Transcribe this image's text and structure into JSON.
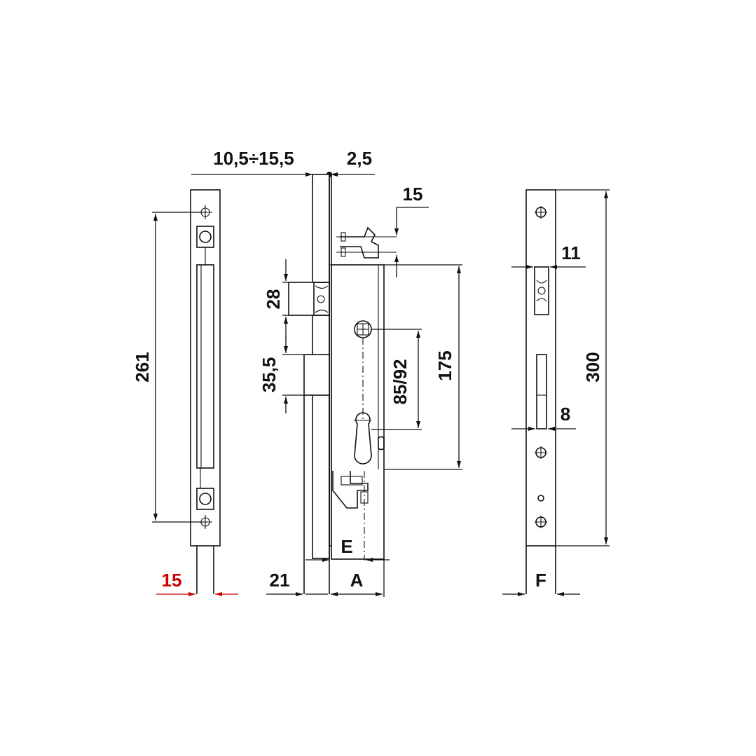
{
  "dimensions": {
    "top_range": "10,5÷15,5",
    "top_offset": "2,5",
    "latch_gap": "15",
    "left_height": "261",
    "bolt_height": "28",
    "latch_height": "35,5",
    "spindle_to_cylinder": "85/92",
    "case_height": "175",
    "faceplate_width_red": "15",
    "backset_21": "21",
    "label_e": "E",
    "label_a": "A",
    "right_11": "11",
    "right_8": "8",
    "right_height": "300",
    "label_f": "F"
  },
  "colors": {
    "line": "#111111",
    "highlight": "#cc0000"
  }
}
